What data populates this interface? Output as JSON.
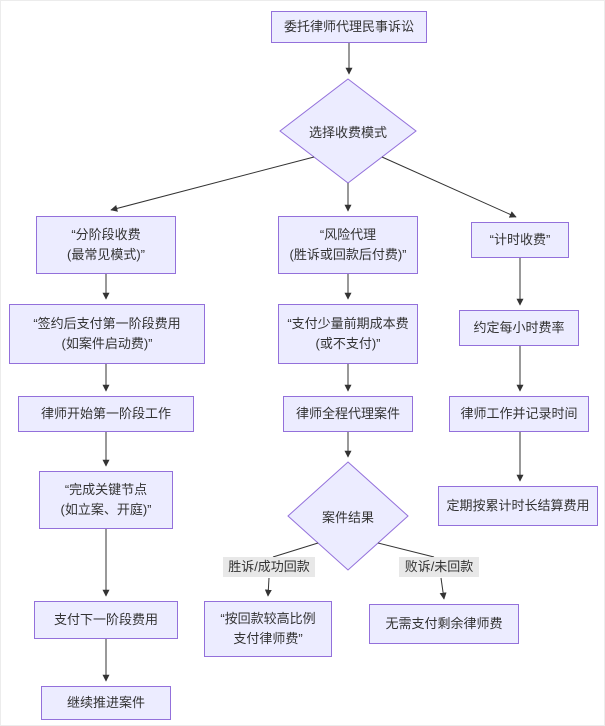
{
  "diagram": {
    "type": "flowchart",
    "nodes": {
      "start": {
        "label": "委托律师代理民事诉讼",
        "shape": "rect"
      },
      "choose_mode": {
        "label": "选择收费模式",
        "shape": "diamond"
      },
      "staged_fee": {
        "label": "“分阶段收费\n(最常见模式)”",
        "shape": "rect"
      },
      "risk_agency": {
        "label": "“风险代理\n(胜诉或回款后付费)”",
        "shape": "rect"
      },
      "hourly_fee": {
        "label": "“计时收费”",
        "shape": "rect"
      },
      "first_stage_payment": {
        "label": "“签约后支付第一阶段费用\n(如案件启动费)”",
        "shape": "rect"
      },
      "small_upfront_cost": {
        "label": "“支付少量前期成本费\n(或不支付)”",
        "shape": "rect"
      },
      "agree_hourly_rate": {
        "label": "约定每小时费率",
        "shape": "rect"
      },
      "lawyer_starts_first_stage": {
        "label": "律师开始第一阶段工作",
        "shape": "rect"
      },
      "lawyer_full_agency": {
        "label": "律师全程代理案件",
        "shape": "rect"
      },
      "lawyer_records_time": {
        "label": "律师工作并记录时间",
        "shape": "rect"
      },
      "complete_milestones": {
        "label": "“完成关键节点\n(如立案、开庭)”",
        "shape": "rect"
      },
      "case_result": {
        "label": "案件结果",
        "shape": "diamond"
      },
      "periodic_settlement": {
        "label": "定期按累计时长结算费用",
        "shape": "rect"
      },
      "pay_next_stage": {
        "label": "支付下一阶段费用",
        "shape": "rect"
      },
      "pay_high_ratio": {
        "label": "“按回款较高比例\n支付律师费”",
        "shape": "rect"
      },
      "no_remaining_fee": {
        "label": "无需支付剩余律师费",
        "shape": "rect"
      },
      "continue_case": {
        "label": "继续推进案件",
        "shape": "rect"
      }
    },
    "edge_labels": {
      "win": "胜诉/成功回款",
      "lose": "败诉/未回款"
    }
  },
  "colors": {
    "node_fill": "#ECECFF",
    "node_border": "#9370DB",
    "edge_line": "#333333",
    "edge_label_bg": "#e8e8e8",
    "text": "#333333"
  }
}
